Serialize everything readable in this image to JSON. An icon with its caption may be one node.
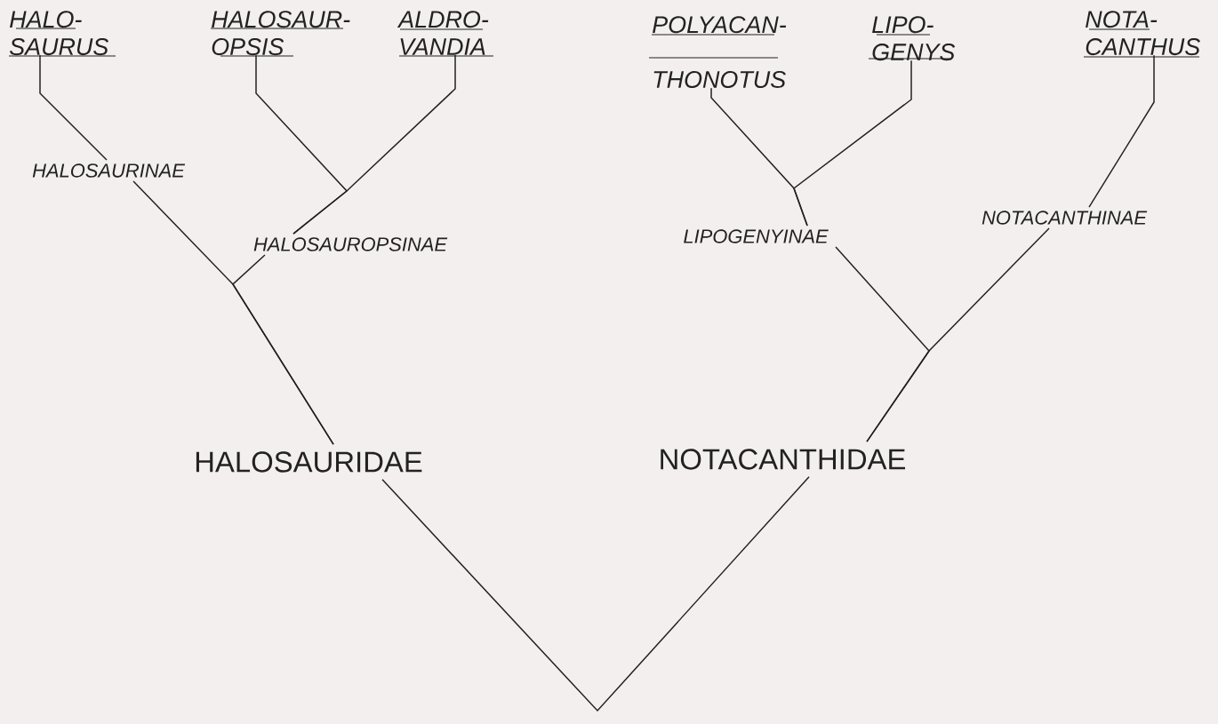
{
  "diagram": {
    "nodes": [
      {
        "text": [
          "HALO- SAURUS"
        ]
      },
      {
        "text": [
          "HALOSAUR- OPSIS"
        ]
      },
      {
        "text": [
          "ALDRO- VANDIA"
        ]
      },
      {
        "text": [
          "POLYACAN- THONOTUS"
        ]
      },
      {
        "text": [
          "LIPO- GENYS"
        ]
      },
      {
        "text": [
          "NOTA- CANTHUS"
        ]
      },
      {
        "text": [
          "HALOSAURINAE"
        ]
      },
      {
        "text": [
          "HALOSAUROPSINAE"
        ]
      },
      {
        "text": [
          "LIPOGENYINAE"
        ]
      },
      {
        "text": [
          "NOTACANTHINAE"
        ]
      },
      {
        "text": [
          "HALOSAURIDAE"
        ]
      },
      {
        "text": [
          "NOTACANTHIDAE"
        ]
      }
    ],
    "edges": [
      {
        "from": 0,
        "to": 6,
        "arrow": "none"
      },
      {
        "from": 1,
        "to": 7,
        "arrow": "none"
      },
      {
        "from": 2,
        "to": 7,
        "arrow": "none"
      },
      {
        "from": 6,
        "to": 10,
        "arrow": "none"
      },
      {
        "from": 7,
        "to": 10,
        "arrow": "none"
      },
      {
        "from": 3,
        "to": 8,
        "arrow": "none"
      },
      {
        "from": 4,
        "to": 8,
        "arrow": "none"
      },
      {
        "from": 5,
        "to": 9,
        "arrow": "none"
      },
      {
        "from": 8,
        "to": 11,
        "arrow": "none"
      },
      {
        "from": 9,
        "to": 11,
        "arrow": "none"
      },
      {
        "from": 10,
        "to": 11,
        "arrow": "none"
      }
    ]
  }
}
